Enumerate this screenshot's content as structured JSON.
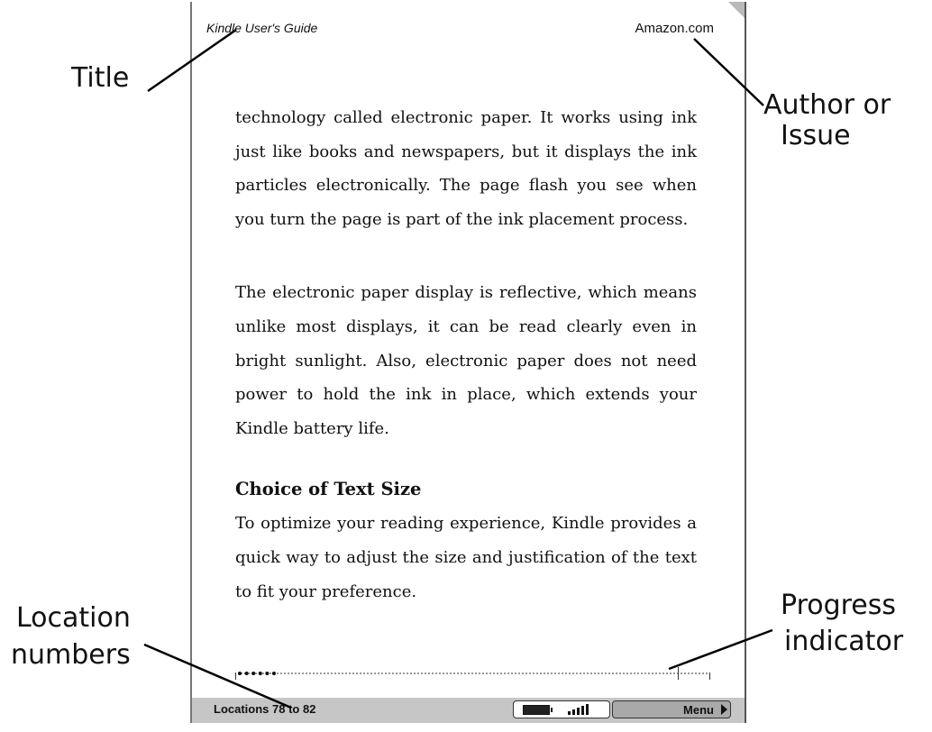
{
  "header": {
    "title": "Kindle User's Guide",
    "author": "Amazon.com"
  },
  "content": {
    "para1": "technology called electronic paper. It works using ink just like books and newspapers, but it displays the ink particles electronically. The page flash you see when you turn the page is part of the ink placement process.",
    "para2": "The electronic paper display is reflective, which means unlike most displays, it can be read clearly even in bright sunlight. Also, electronic paper does not need power to hold the ink in place, which extends your Kindle battery life.",
    "heading": "Choice of Text Size",
    "para3": "To optimize your reading experience, Kindle provides a quick way to adjust the size and justification of the text to fit your preference."
  },
  "progress": {
    "fraction": 0.08,
    "chapter_mark": 0.94
  },
  "footer": {
    "location": "Locations 78 to 82",
    "menu_label": "Menu",
    "icons": [
      "battery-icon",
      "signal-strength-icon",
      "menu-arrow-icon"
    ]
  },
  "callouts": {
    "title": "Title",
    "author_line1": "Author or",
    "author_line2": "Issue",
    "location_line1": "Location",
    "location_line2": "numbers",
    "progress_line1": "Progress",
    "progress_line2": "indicator"
  }
}
